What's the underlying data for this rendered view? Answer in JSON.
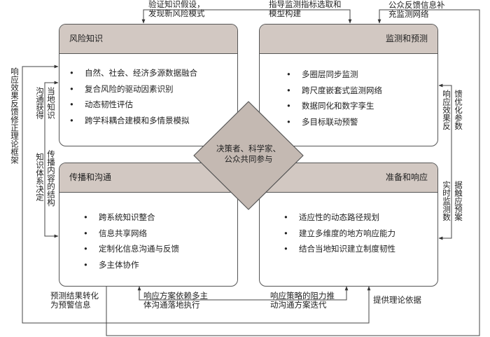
{
  "center": {
    "line1": "决策者、科学家、",
    "line2": "公众共同参与"
  },
  "quadrants": {
    "risk_knowledge": {
      "title": "风险知识",
      "items": [
        "自然、社会、经济多源数据融合",
        "复合风险的驱动因素识别",
        "动态韧性评估",
        "跨学科耦合建模和多情景模拟"
      ]
    },
    "monitoring": {
      "title": "监测和预测",
      "items": [
        "多圈层同步监测",
        "跨尺度嵌套式监测网络",
        "数据同化和数字孪生",
        "多目标联动预警"
      ]
    },
    "communication": {
      "title": "传播和沟通",
      "items": [
        "跨系统知识整合",
        "信息共享网络",
        "定制化信息沟通与反馈",
        "多主体协作"
      ]
    },
    "response": {
      "title": "准备和响应",
      "items": [
        "适应性的动态路径规划",
        "建立多维度的地方响应能力",
        "结合当地知识建立制度韧性"
      ]
    }
  },
  "links": {
    "verify_l1": "验证知识假设，",
    "verify_l2": "发现新风险模式",
    "guide_l1": "指导监测指标选取和",
    "guide_l2": "模型构建",
    "public_l1": "公众反馈信息补",
    "public_l2": "充监测网络",
    "outer_left": "响应效果反馈修正理论框架",
    "left_a1": "沟通获得",
    "left_a2": "当地知识",
    "left_b1": "知识体系决定",
    "left_b2": "传播内容的结构",
    "right_a1": "响应效果反",
    "right_a2": "馈优化参数",
    "right_b1": "实时监测数",
    "right_b2": "据触应预案",
    "forecast_l1": "预测结果转化",
    "forecast_l2": "为预警信息",
    "plan_l1": "响应方案依赖多主",
    "plan_l2": "体沟通落地执行",
    "resist_l1": "响应策略的阻力推",
    "resist_l2": "动沟通方案迭代",
    "theory": "提供理论依据"
  },
  "colors": {
    "header": "#d2c8c2",
    "diamond": "#c4b9b2",
    "line": "#444444"
  }
}
